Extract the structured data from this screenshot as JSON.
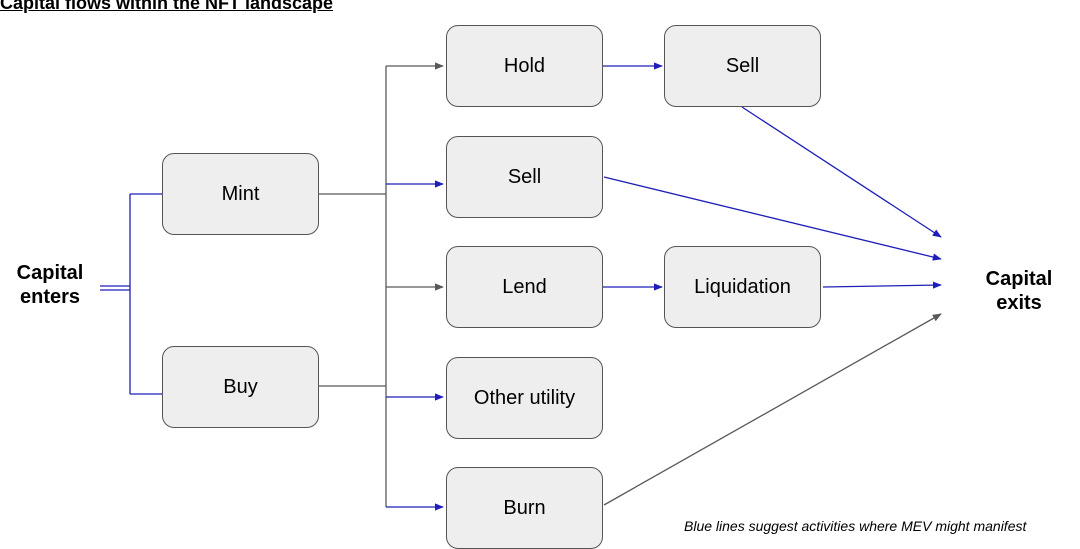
{
  "title": "Capital flows within the NFT landscape",
  "start": {
    "line1": "Capital",
    "line2": "enters"
  },
  "end": {
    "line1": "Capital",
    "line2": "exits"
  },
  "nodes": {
    "mint": "Mint",
    "buy": "Buy",
    "hold": "Hold",
    "sell_after_hold": "Sell",
    "sell": "Sell",
    "lend": "Lend",
    "liquidation": "Liquidation",
    "other_utility": "Other utility",
    "burn": "Burn"
  },
  "footnote": "Blue lines suggest activities where MEV might manifest",
  "colors": {
    "mev_line": "#1f1fb8",
    "neutral_line": "#595959",
    "node_fill": "#eeeeee",
    "node_border": "#555555"
  }
}
